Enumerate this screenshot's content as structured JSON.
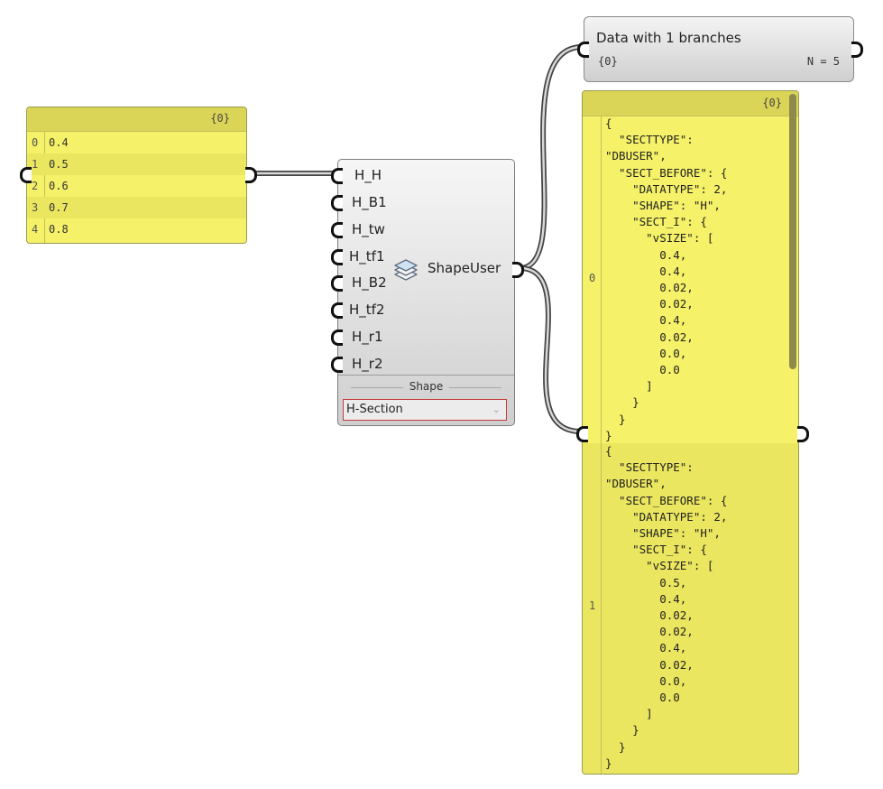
{
  "left_panel": {
    "path": "{0}",
    "items": [
      {
        "index": "0",
        "value": "0.4"
      },
      {
        "index": "1",
        "value": "0.5"
      },
      {
        "index": "2",
        "value": "0.6"
      },
      {
        "index": "3",
        "value": "0.7"
      },
      {
        "index": "4",
        "value": "0.8"
      }
    ]
  },
  "component": {
    "name": "ShapeUser",
    "inputs": [
      "H_H",
      "H_B1",
      "H_tw",
      "H_tf1",
      "H_B2",
      "H_tf2",
      "H_r1",
      "H_r2"
    ],
    "section_label": "Shape",
    "dropdown_value": "H-Section",
    "icon": "layers-icon"
  },
  "data_panel": {
    "title": "Data with 1 branches",
    "path": "{0}",
    "count": "N = 5"
  },
  "right_panel": {
    "path": "{0}",
    "items": [
      {
        "index": "0",
        "text": "{\n  \"SECTTYPE\":\n\"DBUSER\",\n  \"SECT_BEFORE\": {\n    \"DATATYPE\": 2,\n    \"SHAPE\": \"H\",\n    \"SECT_I\": {\n      \"vSIZE\": [\n        0.4,\n        0.4,\n        0.02,\n        0.02,\n        0.4,\n        0.02,\n        0.0,\n        0.0\n      ]\n    }\n  }\n}"
      },
      {
        "index": "1",
        "text": "{\n  \"SECTTYPE\":\n\"DBUSER\",\n  \"SECT_BEFORE\": {\n    \"DATATYPE\": 2,\n    \"SHAPE\": \"H\",\n    \"SECT_I\": {\n      \"vSIZE\": [\n        0.5,\n        0.4,\n        0.02,\n        0.02,\n        0.4,\n        0.02,\n        0.0,\n        0.0\n      ]\n    }\n  }\n}"
      }
    ]
  }
}
